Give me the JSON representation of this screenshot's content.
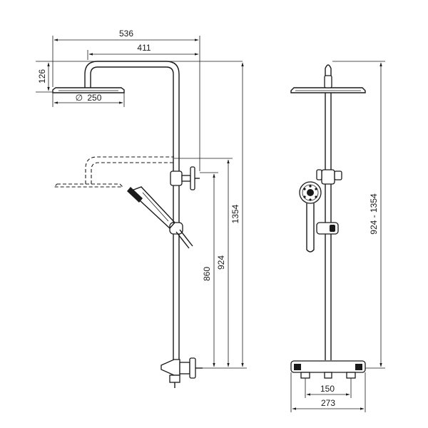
{
  "dimensions": {
    "arm_overall_width": "536",
    "arm_reach": "411",
    "head_height": "126",
    "head_diameter_symbol": "∅",
    "head_diameter": "250",
    "rail_lower_height": "860",
    "rail_upper_height": "924",
    "total_height": "1354",
    "adjustable_height_range": "924 - 1354",
    "valve_connection_spacing": "150",
    "valve_body_width": "273"
  }
}
